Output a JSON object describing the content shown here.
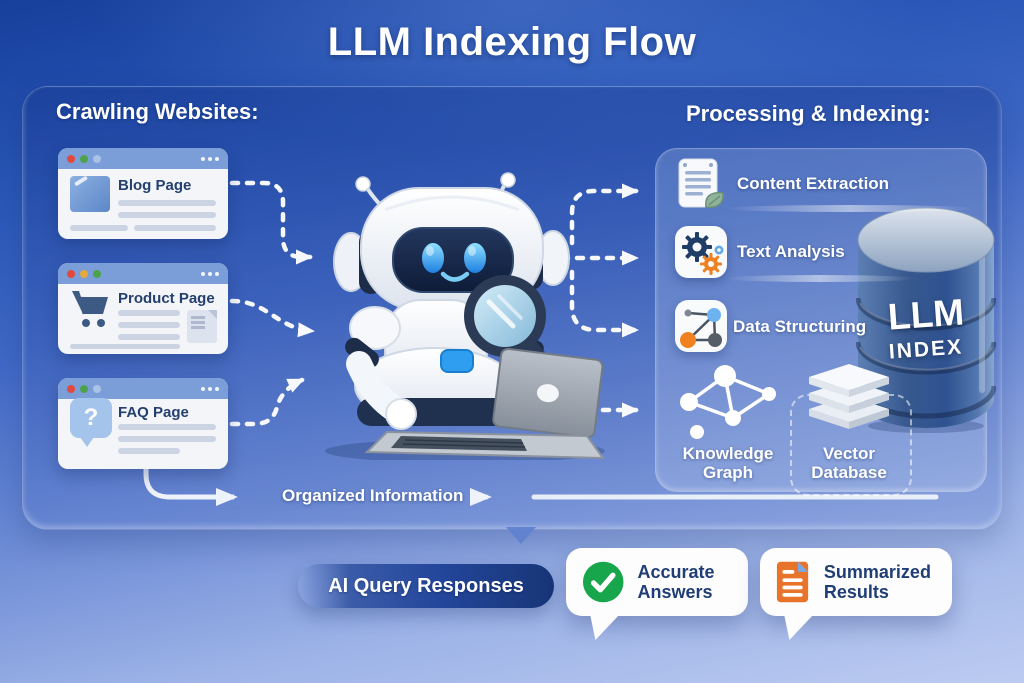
{
  "title": "LLM Indexing Flow",
  "crawling": {
    "heading": "Crawling Websites:",
    "cards": [
      {
        "label": "Blog Page",
        "icon": "image-thumbnail-icon",
        "dots": [
          "#e0493e",
          "#4fa24c",
          "#a9c3e8"
        ]
      },
      {
        "label": "Product Page",
        "icon": "shopping-cart-icon",
        "dots": [
          "#e0493e",
          "#e3a93c",
          "#4fa24c"
        ]
      },
      {
        "label": "FAQ Page",
        "icon": "question-bubble-icon",
        "icon_glyph": "?",
        "dots": [
          "#e0493e",
          "#4fa24c",
          "#a9c3e8"
        ]
      }
    ]
  },
  "processing": {
    "heading": "Processing & Indexing:",
    "steps": [
      {
        "label": "Content Extraction",
        "icon": "document-leaf-icon"
      },
      {
        "label": "Text Analysis",
        "icon": "gears-icon"
      },
      {
        "label": "Data Structuring",
        "icon": "node-network-icon"
      }
    ],
    "outputs": [
      {
        "label": "Knowledge Graph",
        "icon": "knowledge-graph-icon"
      },
      {
        "label": "Vector Database",
        "icon": "stacked-layers-icon"
      }
    ]
  },
  "index_db": {
    "line1": "LLM",
    "line2": "INDEX"
  },
  "flow_labels": {
    "organized_information": "Organized Information"
  },
  "responses": {
    "pill_label": "AI Query Responses",
    "bubbles": [
      {
        "label": "Accurate Answers",
        "icon": "check-circle-icon",
        "accent": "#17a64b"
      },
      {
        "label": "Summarized Results",
        "icon": "summary-document-icon",
        "accent": "#e8742c"
      }
    ]
  },
  "colors": {
    "background_top": "#2152b4",
    "background_bottom": "#bccbf1",
    "pill_navy": "#173577",
    "bubble_text": "#203e75"
  }
}
